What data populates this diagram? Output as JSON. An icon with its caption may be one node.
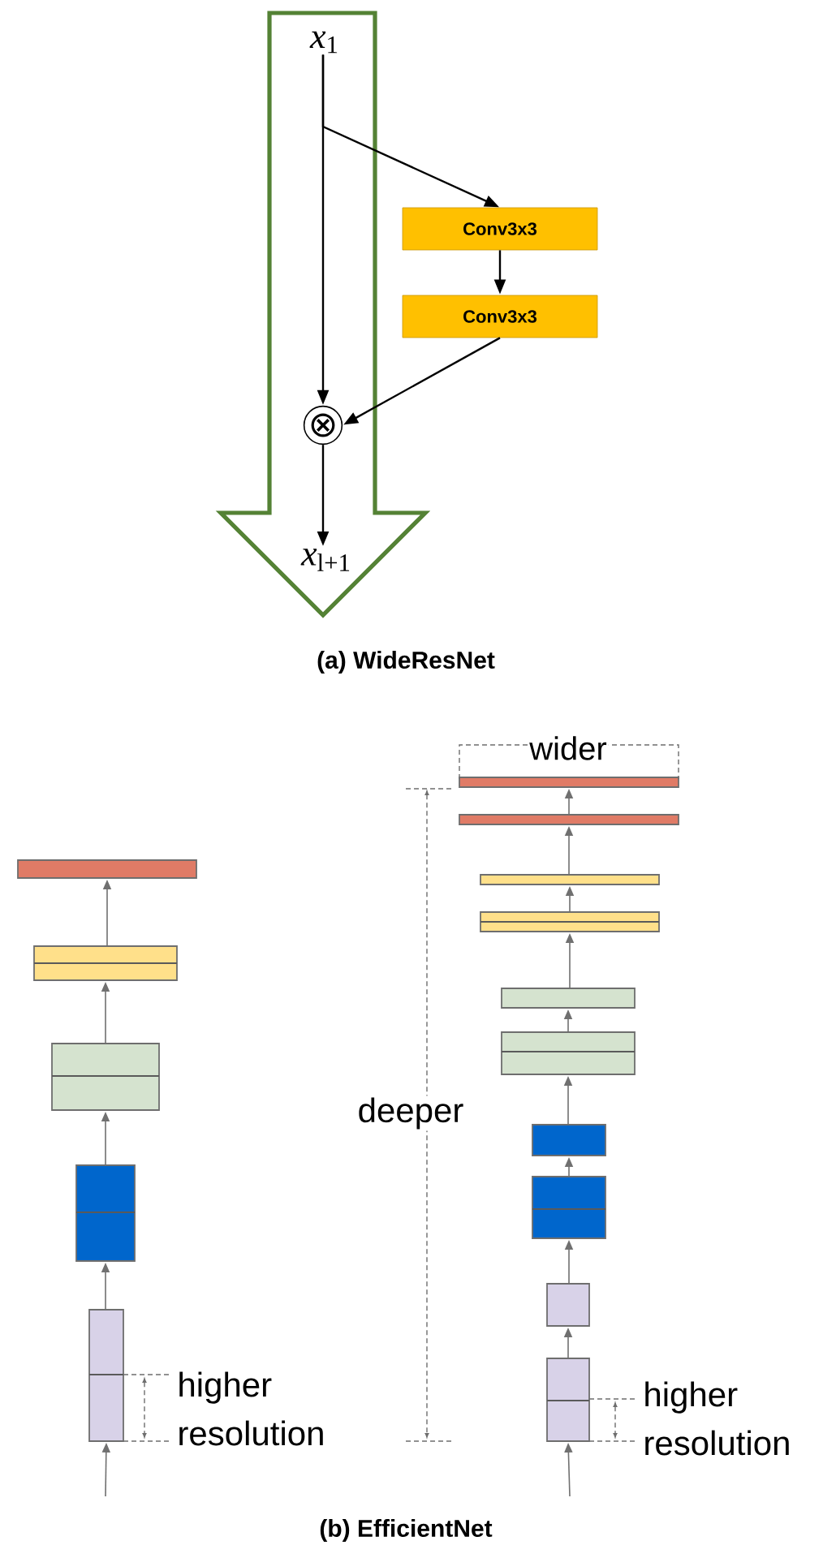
{
  "diagram": {
    "nodes": [
      {
        "text": [
          "*x*$_{1}$"
        ]
      },
      {
        "text": [
          "Conv3x3"
        ]
      },
      {
        "text": [
          "Conv3x3"
        ]
      },
      {
        "text": [
          "⊗"
        ]
      },
      {
        "text": [
          "*x*$_{l+1}$"
        ]
      },
      {
        "text": [],
        "shape": "box"
      },
      {
        "text": [],
        "shape": "box"
      },
      {
        "text": [],
        "shape": "box"
      },
      {
        "text": [],
        "shape": "box"
      },
      {
        "text": [],
        "shape": "box"
      },
      {
        "text": [],
        "shape": "box"
      },
      {
        "text": [],
        "shape": "box"
      },
      {
        "text": [],
        "shape": "box"
      },
      {
        "text": [],
        "shape": "box"
      },
      {
        "text": [],
        "shape": "box"
      },
      {
        "text": [],
        "shape": "box"
      },
      {
        "text": [],
        "shape": "box"
      },
      {
        "text": [],
        "shape": "box"
      },
      {
        "text": [],
        "shape": "box"
      },
      {
        "text": [],
        "shape": "box"
      }
    ],
    "edges": [
      {
        "from": 0,
        "to": 3,
        "arrow": "to",
        "color": "#000000"
      },
      {
        "from": 0,
        "to": 1,
        "arrow": "to",
        "color": "#000000"
      },
      {
        "from": 1,
        "to": 2,
        "arrow": "to",
        "color": "#000000"
      },
      {
        "from": 2,
        "to": 3,
        "arrow": "to",
        "color": "#000000"
      },
      {
        "from": 3,
        "to": 4,
        "arrow": "to",
        "color": "#000000"
      },
      {
        "from": null,
        "to": 9,
        "arrow": "to"
      },
      {
        "from": 9,
        "to": 8,
        "arrow": "to"
      },
      {
        "from": 8,
        "to": 7,
        "arrow": "to"
      },
      {
        "from": 7,
        "to": 6,
        "arrow": "to"
      },
      {
        "from": 6,
        "to": 5,
        "arrow": "to"
      },
      {
        "from": null,
        "to": 19,
        "arrow": "to"
      },
      {
        "from": 19,
        "to": 18,
        "arrow": "to"
      },
      {
        "from": 18,
        "to": 17,
        "arrow": "to"
      },
      {
        "from": 17,
        "to": 16,
        "arrow": "to"
      },
      {
        "from": 16,
        "to": 15,
        "arrow": "to"
      },
      {
        "from": 15,
        "to": 14,
        "arrow": "to"
      },
      {
        "from": 14,
        "to": 13,
        "arrow": "to"
      },
      {
        "from": 13,
        "to": 12,
        "arrow": "to"
      },
      {
        "from": 12,
        "to": 11,
        "arrow": "to"
      },
      {
        "from": 11,
        "to": 10,
        "arrow": "to"
      }
    ],
    "labels": [
      "(a) WideResNet",
      "wider",
      "deeper",
      "higher resolution",
      "higher resolution",
      "(b) EfficientNet"
    ]
  }
}
